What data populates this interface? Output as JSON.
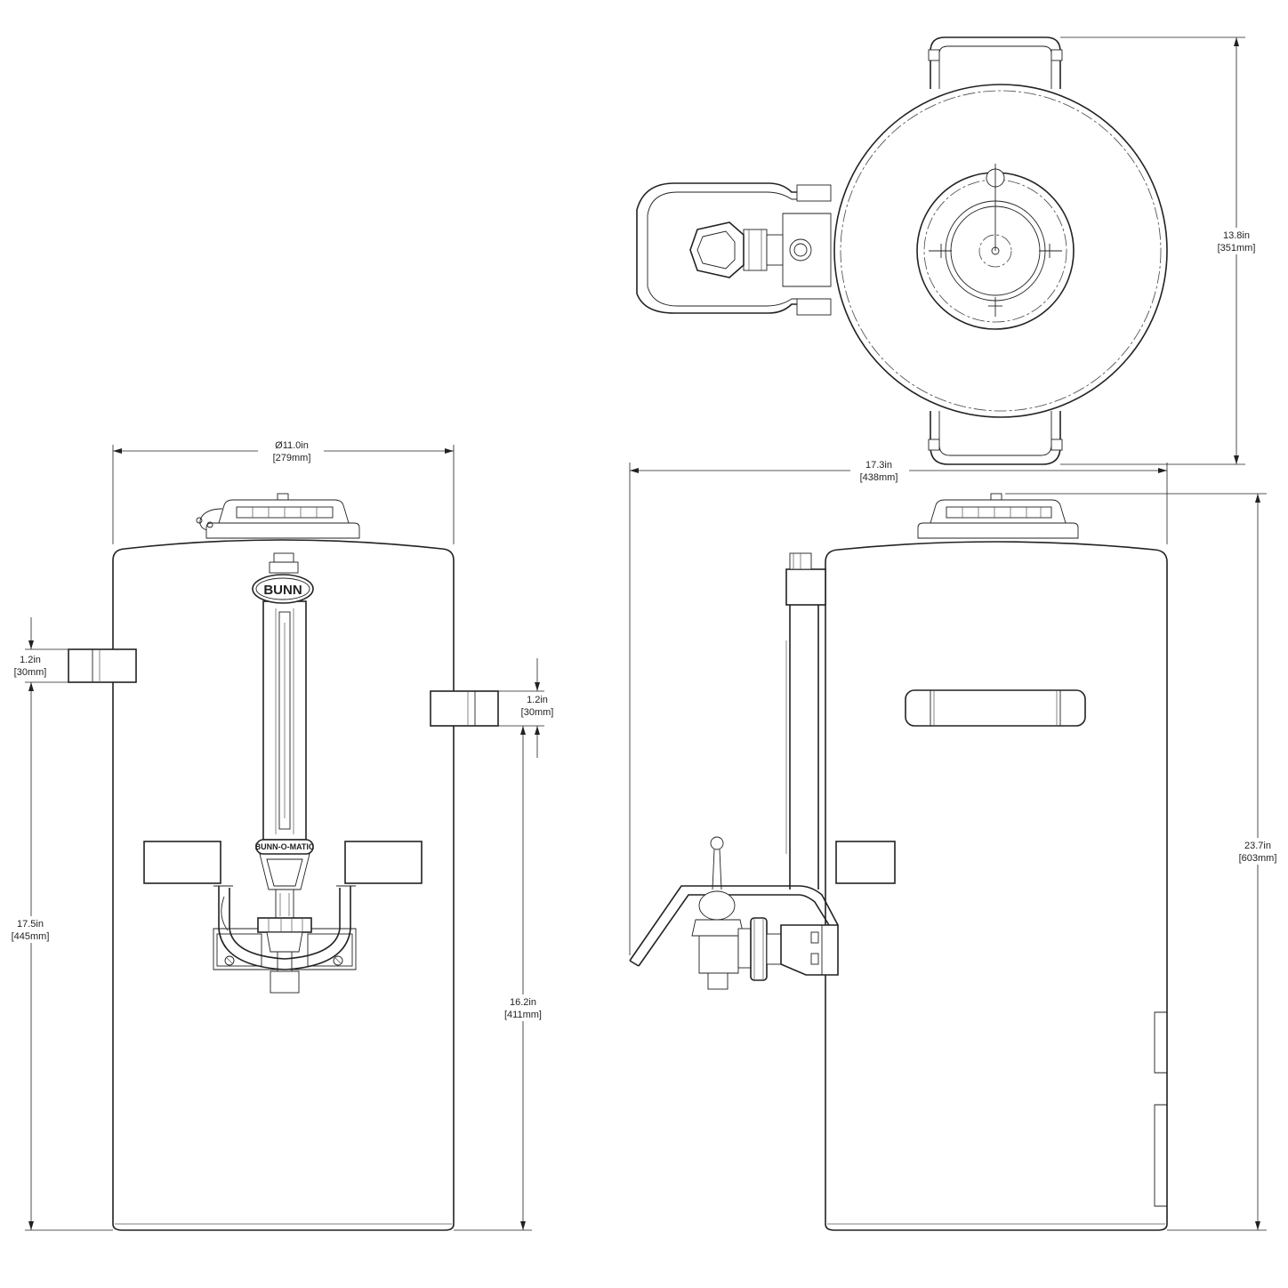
{
  "dimensions": {
    "diameter": {
      "line1": "Ø11.0in",
      "line2": "[279mm]"
    },
    "handle_left": {
      "line1": "1.2in",
      "line2": "[30mm]"
    },
    "handle_right": {
      "line1": "1.2in",
      "line2": "[30mm]"
    },
    "height_left": {
      "line1": "17.5in",
      "line2": "[445mm]"
    },
    "height_right": {
      "line1": "16.2in",
      "line2": "[411mm]"
    },
    "depth": {
      "line1": "17.3in",
      "line2": "[438mm]"
    },
    "top_depth": {
      "line1": "13.8in",
      "line2": "[351mm]"
    },
    "total_height": {
      "line1": "23.7in",
      "line2": "[603mm]"
    }
  },
  "logos": {
    "brand": "BUNN",
    "gauge": "BUNN-O-MATIC"
  }
}
